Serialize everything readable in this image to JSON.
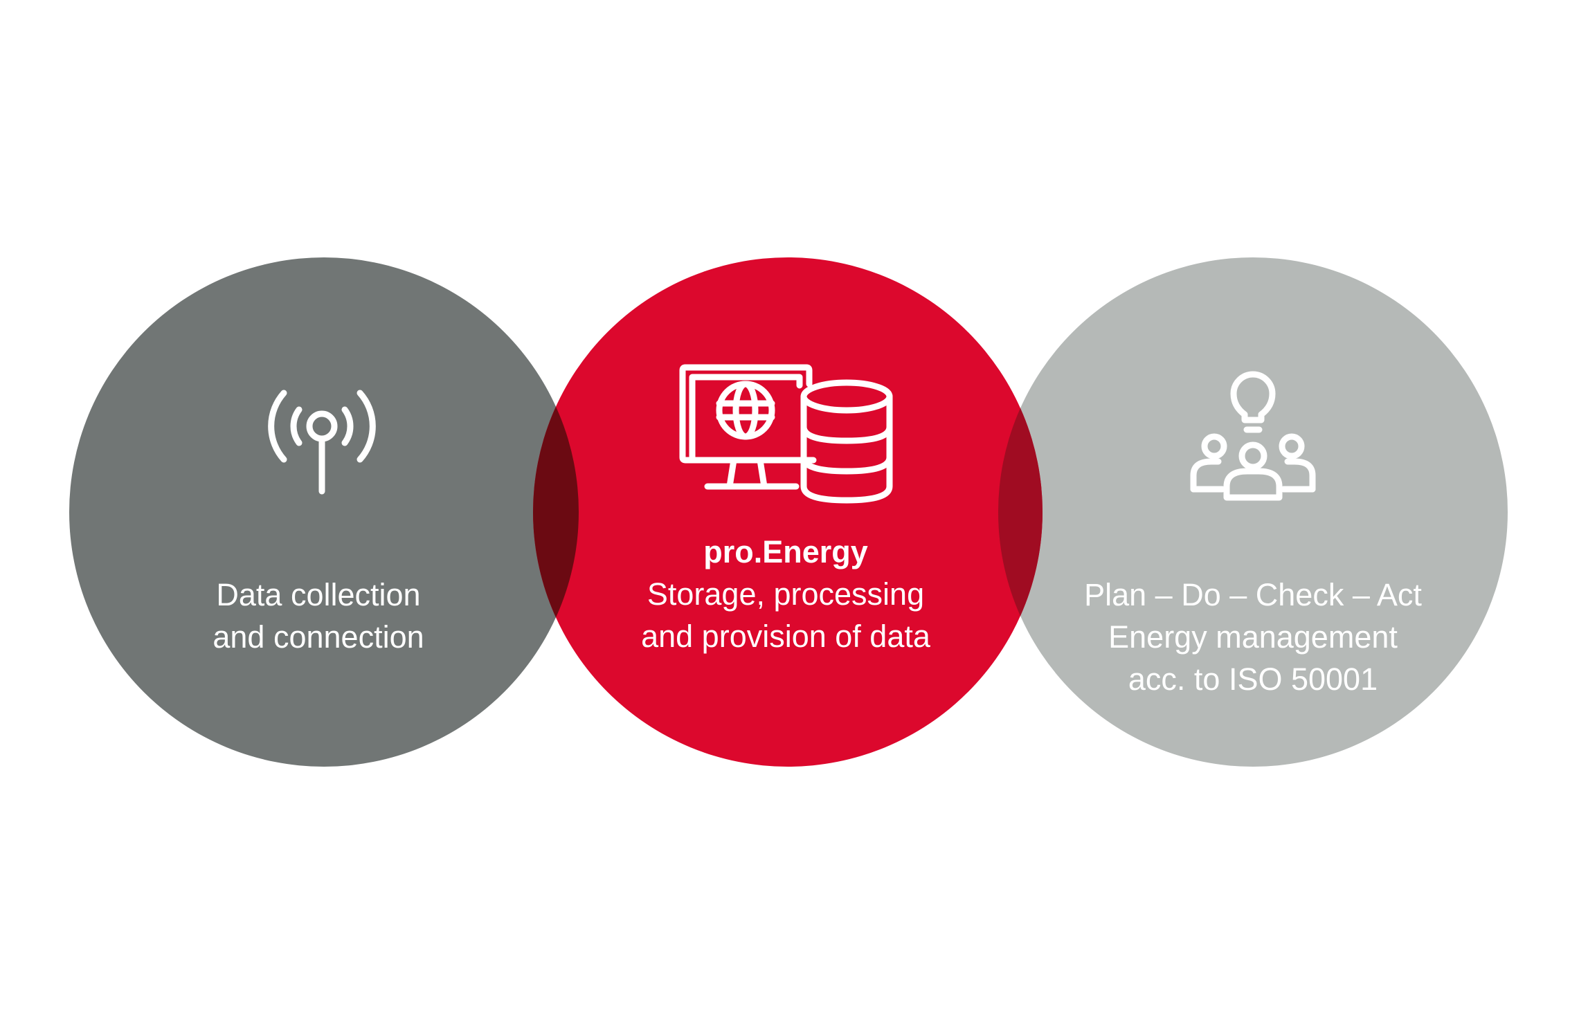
{
  "colors": {
    "left_circle": "#717675",
    "center_circle": "#dc082d",
    "right_circle": "#b5b9b7",
    "overlap_left": "#6b0a12",
    "overlap_right": "#a00c22",
    "text": "#ffffff"
  },
  "left": {
    "icon": "antenna-signal-icon",
    "lines": [
      "Data collection",
      "and connection"
    ]
  },
  "center": {
    "icon": "monitor-globe-database-icon",
    "title": "pro.Energy",
    "lines": [
      "Storage, processing",
      "and provision of data"
    ]
  },
  "right": {
    "icon": "team-idea-icon",
    "lines": [
      "Plan – Do – Check – Act",
      "Energy management",
      "acc. to ISO 50001"
    ]
  }
}
